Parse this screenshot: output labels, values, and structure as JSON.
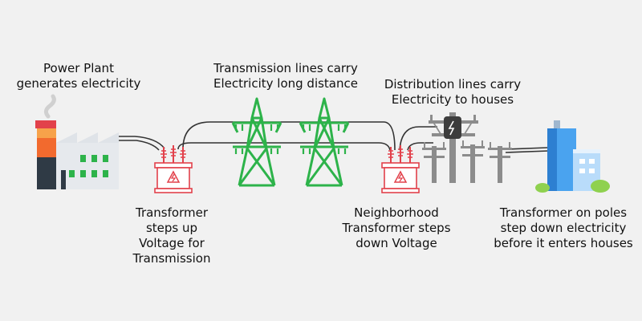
{
  "labels": {
    "power_plant": [
      "Power Plant",
      "generates electricity"
    ],
    "transmission_lines": [
      "Transmission lines carry",
      "Electricity long distance"
    ],
    "distribution_lines": [
      "Distribution lines carry",
      "Electricity to houses"
    ],
    "step_up_transformer": [
      "Transformer",
      "steps up",
      "Voltage for",
      "Transmission"
    ],
    "neighborhood_transformer": [
      "Neighborhood",
      "Transformer steps",
      "down Voltage"
    ],
    "pole_transformer": [
      "Transformer on poles",
      "step down electricity",
      "before it enters houses"
    ]
  },
  "icons": {
    "power_plant": "factory-icon",
    "transformer": "transformer-icon",
    "tower": "transmission-tower-icon",
    "pole_transformer": "pole-transformer-icon",
    "utility_pole": "utility-pole-icon",
    "building": "building-icon"
  },
  "colors": {
    "background": "#f1f1f1",
    "tower_green": "#2db34a",
    "transformer_red": "#e2414b",
    "chimney_orange": "#f26a2e",
    "chimney_red": "#e2414b",
    "factory_gray": "#dfe3e8",
    "building_blue": "#4aa3ef",
    "pole_gray": "#8c8c8c",
    "wire": "#333333"
  }
}
